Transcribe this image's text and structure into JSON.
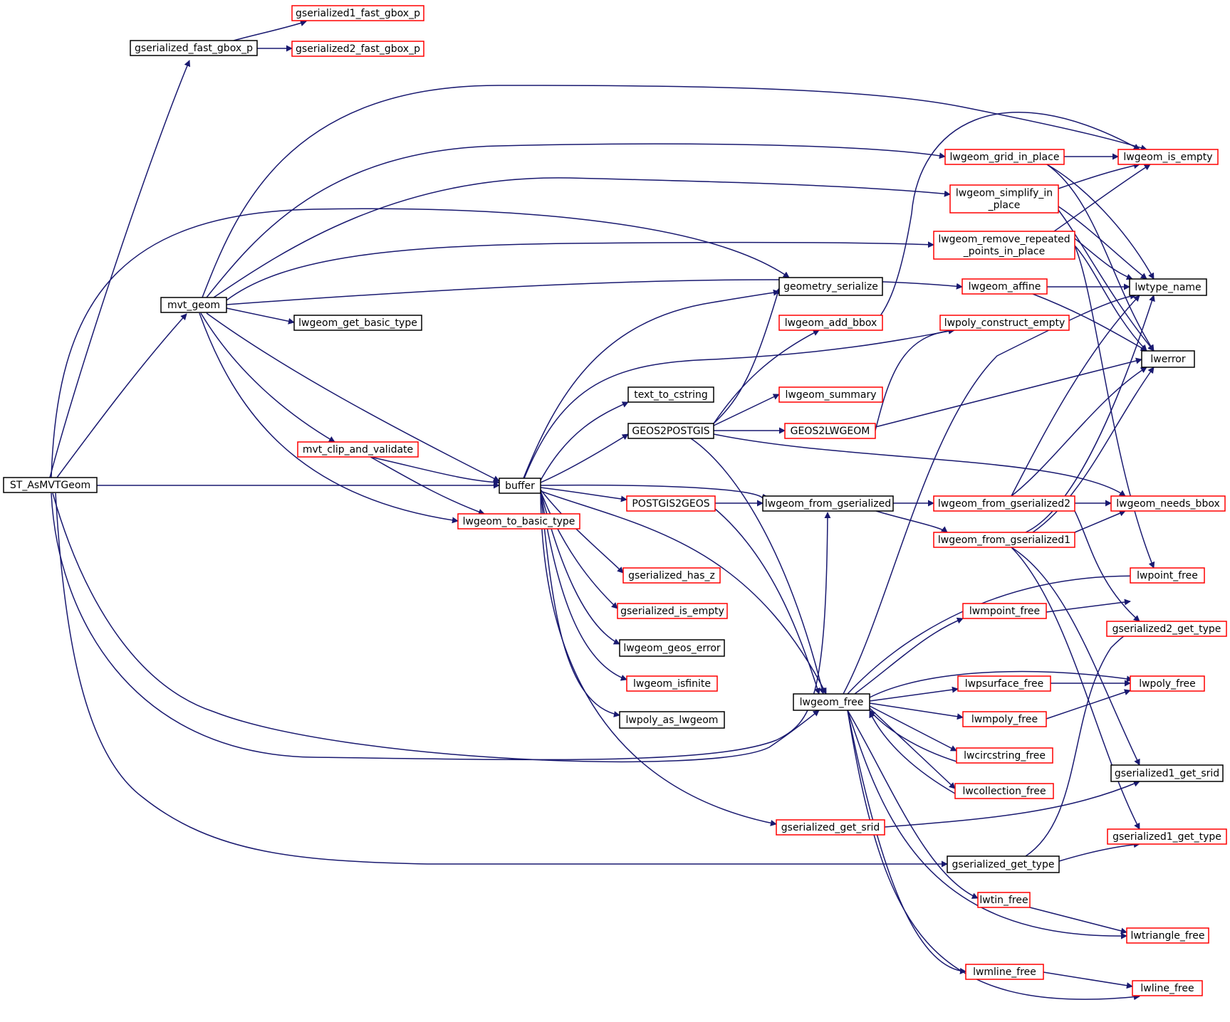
{
  "colors": {
    "edge": "#191970",
    "border_ok": "#000000",
    "border_red": "#ff0000",
    "root_fill": "#bfbfbf",
    "normal_fill": "#ffffff"
  },
  "nodes": {
    "st_asmvtgeom": {
      "label": "ST_AsMVTGeom",
      "status": "root"
    },
    "gserialized_fast_gbox_p": {
      "label": "gserialized_fast_gbox_p",
      "status": "ok"
    },
    "gserialized1_fast_gbox_p": {
      "label": "gserialized1_fast_gbox_p",
      "status": "red"
    },
    "gserialized2_fast_gbox_p": {
      "label": "gserialized2_fast_gbox_p",
      "status": "red"
    },
    "mvt_geom": {
      "label": "mvt_geom",
      "status": "ok"
    },
    "lwgeom_get_basic_type": {
      "label": "lwgeom_get_basic_type",
      "status": "ok"
    },
    "mvt_clip_and_validate": {
      "label": "mvt_clip_and_validate",
      "status": "red"
    },
    "buffer": {
      "label": "buffer",
      "status": "ok"
    },
    "lwgeom_to_basic_type": {
      "label": "lwgeom_to_basic_type",
      "status": "red"
    },
    "geometry_serialize": {
      "label": "geometry_serialize",
      "status": "ok"
    },
    "lwgeom_add_bbox": {
      "label": "lwgeom_add_bbox",
      "status": "red"
    },
    "text_to_cstring": {
      "label": "text_to_cstring",
      "status": "ok"
    },
    "lwgeom_summary": {
      "label": "lwgeom_summary",
      "status": "red"
    },
    "geos2postgis": {
      "label": "GEOS2POSTGIS",
      "status": "ok"
    },
    "geos2lwgeom": {
      "label": "GEOS2LWGEOM",
      "status": "red"
    },
    "postgis2geos": {
      "label": "POSTGIS2GEOS",
      "status": "red"
    },
    "lwgeom_from_gserialized": {
      "label": "lwgeom_from_gserialized",
      "status": "ok"
    },
    "gserialized_has_z": {
      "label": "gserialized_has_z",
      "status": "red"
    },
    "gserialized_is_empty": {
      "label": "gserialized_is_empty",
      "status": "red"
    },
    "lwgeom_geos_error": {
      "label": "lwgeom_geos_error",
      "status": "ok"
    },
    "lwgeom_isfinite": {
      "label": "lwgeom_isfinite",
      "status": "red"
    },
    "lwpoly_as_lwgeom": {
      "label": "lwpoly_as_lwgeom",
      "status": "ok"
    },
    "lwgeom_free": {
      "label": "lwgeom_free",
      "status": "ok"
    },
    "gserialized_get_srid": {
      "label": "gserialized_get_srid",
      "status": "red"
    },
    "gserialized_get_type": {
      "label": "gserialized_get_type",
      "status": "ok"
    },
    "lwgeom_grid_in_place": {
      "label": "lwgeom_grid_in_place",
      "status": "red"
    },
    "lwgeom_simplify_in_place": {
      "label": "lwgeom_simplify_in\n_place",
      "status": "red"
    },
    "lwgeom_remove_repeated_points_in_place": {
      "label": "lwgeom_remove_repeated\n_points_in_place",
      "status": "red"
    },
    "lwgeom_affine": {
      "label": "lwgeom_affine",
      "status": "red"
    },
    "lwpoly_construct_empty": {
      "label": "lwpoly_construct_empty",
      "status": "red"
    },
    "lwgeom_from_gserialized2": {
      "label": "lwgeom_from_gserialized2",
      "status": "red"
    },
    "lwgeom_from_gserialized1": {
      "label": "lwgeom_from_gserialized1",
      "status": "red"
    },
    "lwmpoint_free": {
      "label": "lwmpoint_free",
      "status": "red"
    },
    "lwpsurface_free": {
      "label": "lwpsurface_free",
      "status": "red"
    },
    "lwmpoly_free": {
      "label": "lwmpoly_free",
      "status": "red"
    },
    "lwcircstring_free": {
      "label": "lwcircstring_free",
      "status": "red"
    },
    "lwcollection_free": {
      "label": "lwcollection_free",
      "status": "red"
    },
    "lwtin_free": {
      "label": "lwtin_free",
      "status": "red"
    },
    "lwmline_free": {
      "label": "lwmline_free",
      "status": "red"
    },
    "lwgeom_is_empty": {
      "label": "lwgeom_is_empty",
      "status": "red"
    },
    "lwtype_name": {
      "label": "lwtype_name",
      "status": "ok"
    },
    "lwerror": {
      "label": "lwerror",
      "status": "ok"
    },
    "lwgeom_needs_bbox": {
      "label": "lwgeom_needs_bbox",
      "status": "red"
    },
    "lwpoint_free": {
      "label": "lwpoint_free",
      "status": "red"
    },
    "gserialized2_get_type": {
      "label": "gserialized2_get_type",
      "status": "red"
    },
    "lwpoly_free": {
      "label": "lwpoly_free",
      "status": "red"
    },
    "gserialized1_get_srid": {
      "label": "gserialized1_get_srid",
      "status": "ok"
    },
    "gserialized1_get_type": {
      "label": "gserialized1_get_type",
      "status": "red"
    },
    "lwtriangle_free": {
      "label": "lwtriangle_free",
      "status": "red"
    },
    "lwline_free": {
      "label": "lwline_free",
      "status": "red"
    }
  }
}
